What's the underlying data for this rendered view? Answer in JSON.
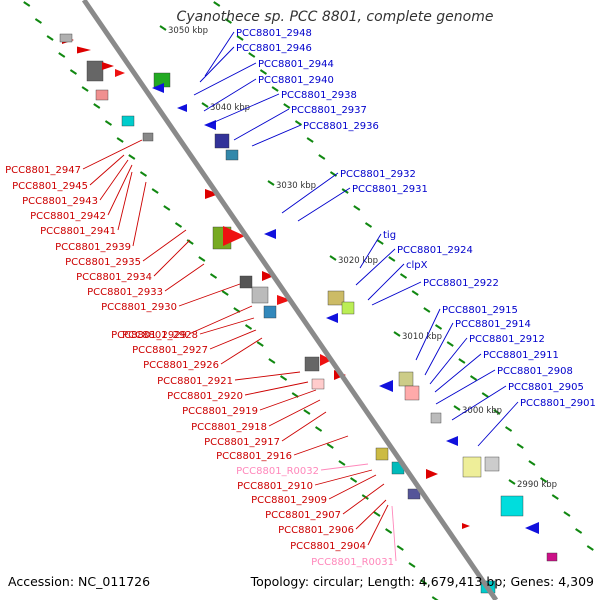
{
  "title": "Cyanothece sp. PCC 8801, complete genome",
  "footer": {
    "accession_label": "Accession:",
    "accession": "NC_011726",
    "topology_label": "Topology:",
    "topology": "circular;",
    "length_label": "Length:",
    "length": "4,679,413 bp;",
    "genes_label": "Genes:",
    "genes": "4,309"
  },
  "colors": {
    "forward_label": "#0000cc",
    "reverse_label": "#cc0000",
    "rna_label": "#ff88bb",
    "backbone": "#888888",
    "tick": "#118811"
  },
  "ticks": [
    "3050 kbp",
    "3040 kbp",
    "3030 kbp",
    "3020 kbp",
    "3010 kbp",
    "3000 kbp",
    "2990 kbp"
  ],
  "forward_labels": [
    "PCC8801_2948",
    "PCC8801_2946",
    "PCC8801_2944",
    "PCC8801_2940",
    "PCC8801_2938",
    "PCC8801_2937",
    "PCC8801_2936",
    "PCC8801_2932",
    "PCC8801_2931",
    "tig",
    "PCC8801_2924",
    "clpX",
    "PCC8801_2922",
    "PCC8801_2915",
    "PCC8801_2914",
    "PCC8801_2912",
    "PCC8801_2911",
    "PCC8801_2908",
    "PCC8801_2905",
    "PCC8801_2901"
  ],
  "reverse_labels": [
    "PCC8801_2947",
    "PCC8801_2945",
    "PCC8801_2943",
    "PCC8801_2942",
    "PCC8801_2941",
    "PCC8801_2939",
    "PCC8801_2935",
    "PCC8801_2934",
    "PCC8801_2933",
    "PCC8801_2930",
    "PCC8801_2929",
    "PCC8801_2928",
    "PCC8801_2927",
    "PCC8801_2926",
    "PCC8801_2921",
    "PCC8801_2920",
    "PCC8801_2919",
    "PCC8801_2918",
    "PCC8801_2917",
    "PCC8801_2916",
    "PCC8801_R0032",
    "PCC8801_2910",
    "PCC8801_2909",
    "PCC8801_2907",
    "PCC8801_2906",
    "PCC8801_2904",
    "PCC8801_R0031"
  ],
  "rna_labels": [
    "PCC8801_R0032",
    "PCC8801_R0031"
  ]
}
